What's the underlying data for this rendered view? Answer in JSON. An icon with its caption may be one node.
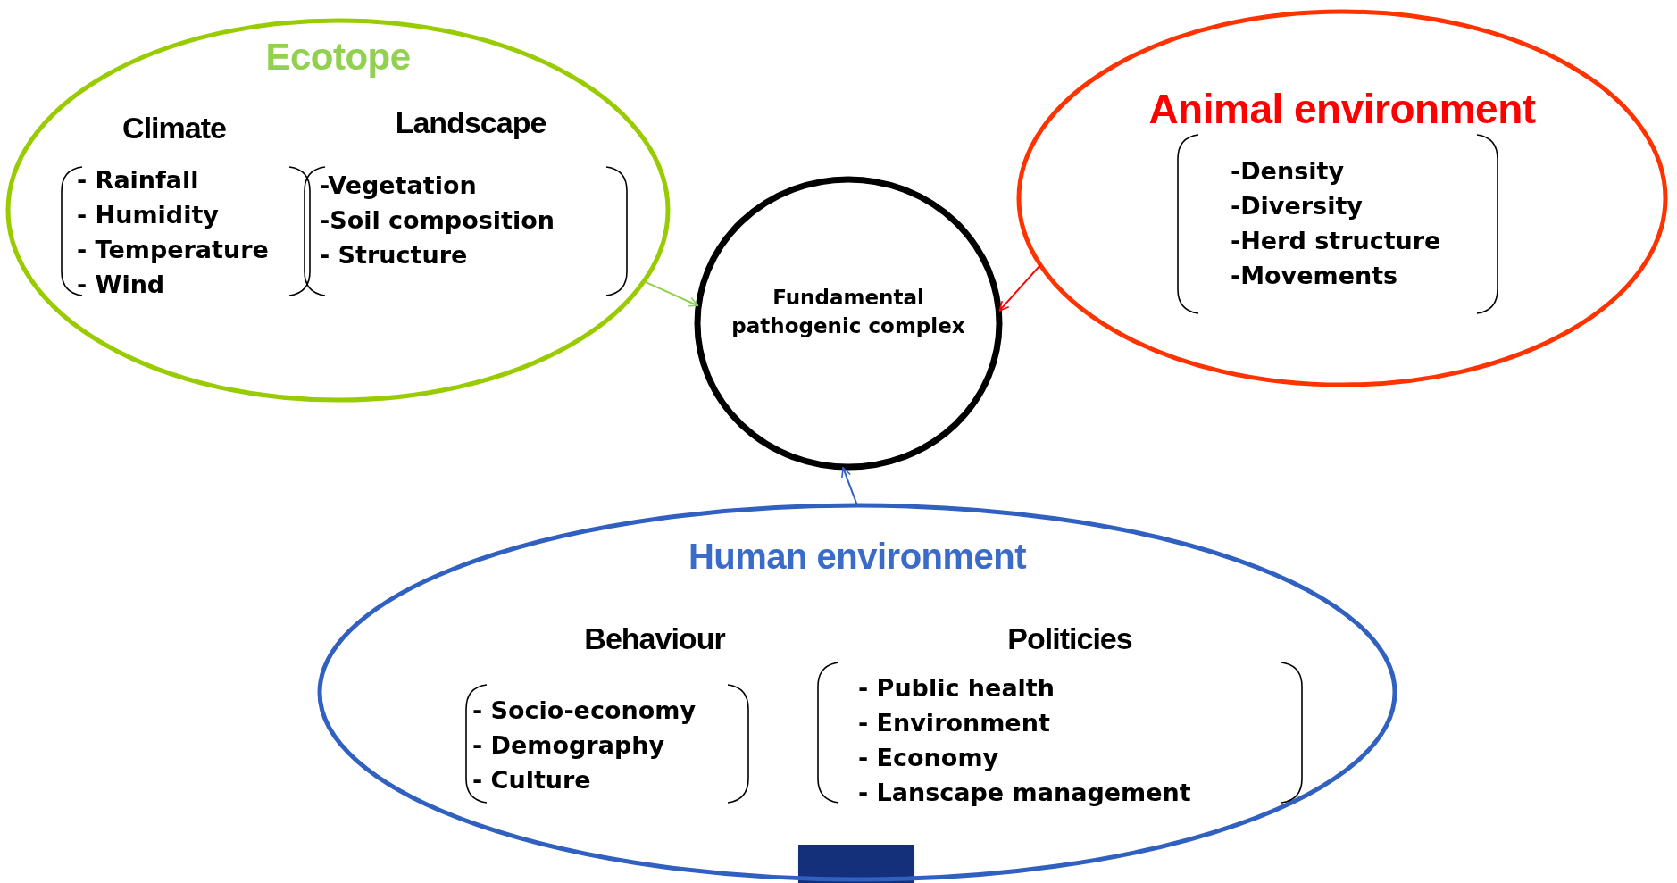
{
  "diagram": {
    "nodes": [
      {
        "text": [
          "Ecotope"
        ]
      },
      {
        "text": [
          "Climate",
          "- Rainfall",
          "- Humidity",
          "- Temperature",
          "- Wind"
        ],
        "in": 0
      },
      {
        "text": [
          "Landscape",
          "-Vegetation",
          "-Soil composition",
          "- Structure"
        ],
        "in": 0
      },
      {
        "text": [
          "Fundamental pathogenic complex"
        ]
      },
      {
        "text": [
          "Animal environment"
        ]
      },
      {
        "text": [
          "-Density",
          "-Diversity",
          "-Herd structure",
          "-Movements"
        ],
        "in": 4
      },
      {
        "text": [
          "Human environment"
        ]
      },
      {
        "text": [
          "Behaviour",
          "- Socio-economy",
          "- Demography",
          "- Culture"
        ],
        "in": 6
      },
      {
        "text": [
          "Politicies",
          "- Public health",
          "- Environment",
          "- Economy",
          "- Lanscape management"
        ],
        "in": 6
      }
    ],
    "edges": [
      {
        "from": 0,
        "to": 3,
        "arrow": "to",
        "color": "#92d050"
      },
      {
        "from": 4,
        "to": 3,
        "arrow": "to",
        "color": "#ff0000"
      },
      {
        "from": 6,
        "to": 3,
        "arrow": "to",
        "color": "#3060c0"
      }
    ]
  }
}
